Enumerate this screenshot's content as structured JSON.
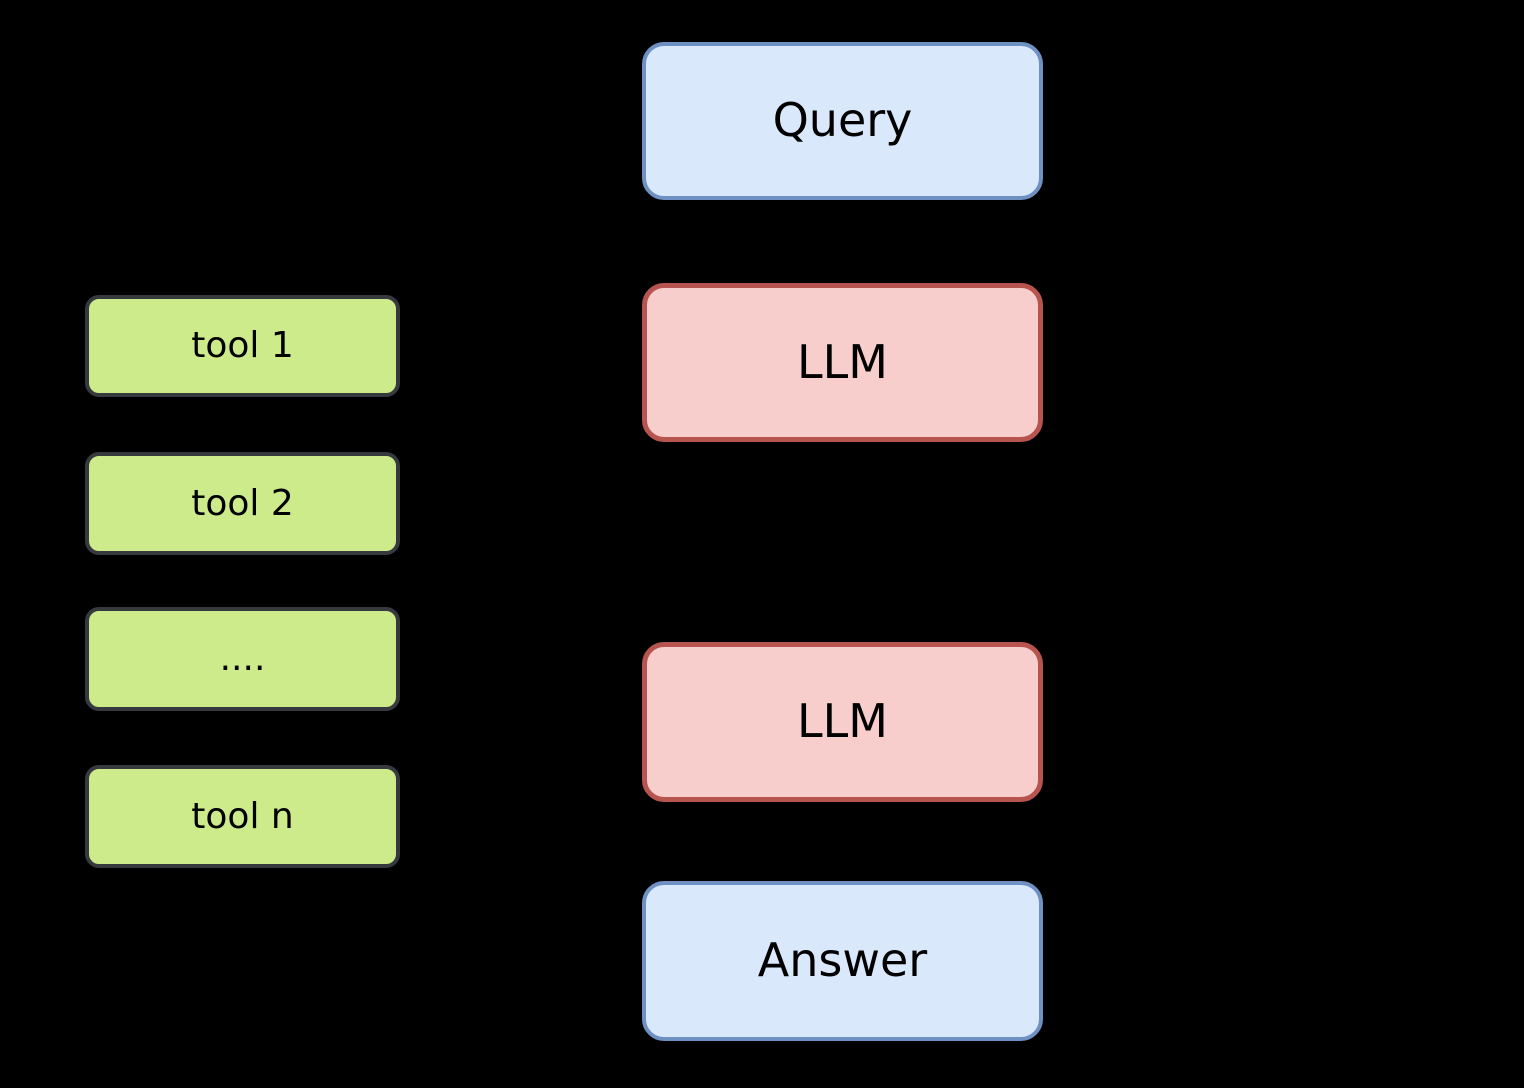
{
  "diagram": {
    "background": "#000000",
    "nodes": {
      "query": {
        "label": "Query"
      },
      "llm_top": {
        "label": "LLM"
      },
      "llm_bottom": {
        "label": "LLM"
      },
      "answer": {
        "label": "Answer"
      },
      "tool_1": {
        "label": "tool 1"
      },
      "tool_2": {
        "label": "tool 2"
      },
      "tool_dots": {
        "label": "...."
      },
      "tool_n": {
        "label": "tool n"
      }
    },
    "palette": {
      "bg": "#000000",
      "text": "#000000",
      "blue_fill": "#dae8fc",
      "blue_stroke": "#6f90c2",
      "pink_fill": "#f8cecc",
      "pink_stroke": "#b85450",
      "green_fill": "#cdeb8b",
      "green_stroke": "#36393d"
    }
  }
}
